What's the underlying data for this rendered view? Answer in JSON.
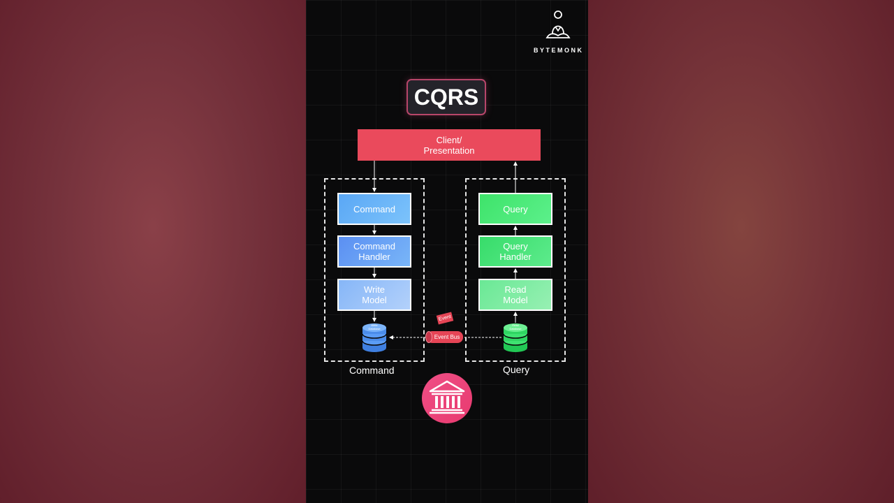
{
  "brand": {
    "name": "BYTEMONK"
  },
  "title": "CQRS",
  "client_label": "Client/\nPresentation",
  "command_side": {
    "boxes": [
      "Command",
      "Command\nHandler",
      "Write\nModel"
    ],
    "db_label": "Write\nDatabase",
    "group_label": "Command"
  },
  "query_side": {
    "boxes": [
      "Query",
      "Query\nHandler",
      "Read\nModel"
    ],
    "db_label": "Read\nDatabase",
    "group_label": "Query"
  },
  "event_tag": "Event",
  "event_bus": "Event Bus",
  "icons": [
    "monk-icon",
    "database-icon",
    "bank-icon"
  ],
  "colors": {
    "client": "#ea4a5c",
    "command_blue": "#5aa7f5",
    "query_green": "#3ee36a",
    "event_bus": "#e64556",
    "title_border": "#b7466a",
    "bank_circle": "#ec4579"
  }
}
